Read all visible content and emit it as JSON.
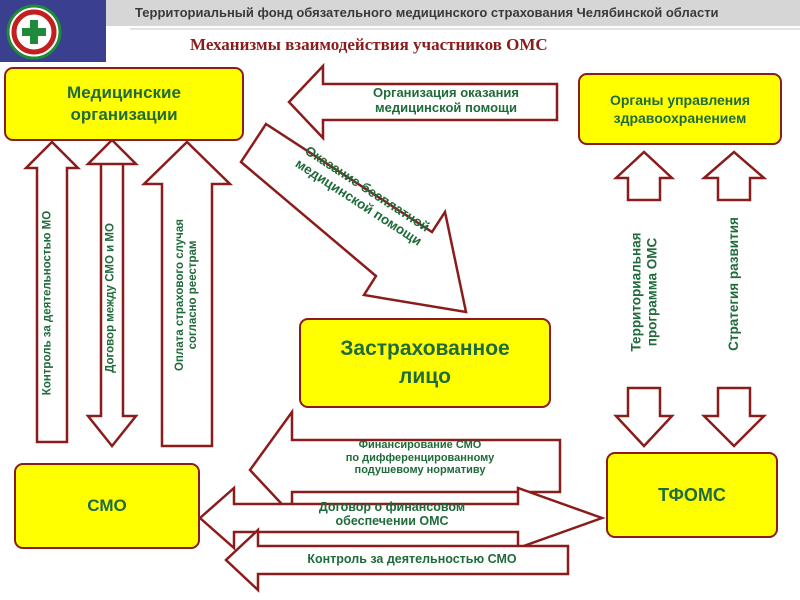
{
  "header": {
    "org_title": "Территориальный фонд обязательного медицинского страхования Челябинской области",
    "slide_title": "Механизмы взаимодействия участников ОМС"
  },
  "colors": {
    "box_fill": "#ffff00",
    "border": "#8b1c1c",
    "text": "#1f6b3a",
    "title": "#8b1c1c",
    "header_band": "#d6d6d6",
    "logo_band": "#3a3f8f"
  },
  "nodes": {
    "med_orgs": "Медицинские организации",
    "health_authorities": "Органы управления здравоохранением",
    "insured": "Застрахованное лицо",
    "smo": "СМО",
    "tfoms": "ТФОМС"
  },
  "edges": {
    "org_care": "Организация оказания медицинской помощи",
    "free_care": "Оказание бесплатной медицинской помощи",
    "control_mo": "Контроль за деятельностью МО",
    "contract_smo_mo": "Договор между СМО и МО",
    "payment_line1": "Оплата страхового случая",
    "payment_line2": "согласно реестрам",
    "territorial_line1": "Территориальная",
    "territorial_line2": "программа ОМС",
    "strategy": "Стратегия развития",
    "financing_line1": "Финансирование СМО",
    "financing_line2": "по дифференцированному",
    "financing_line3": "подушевому нормативу",
    "contract_fin_line1": "Договор о финансовом",
    "contract_fin_line2": "обеспечении ОМС",
    "control_smo": "Контроль за деятельностью СМО"
  }
}
